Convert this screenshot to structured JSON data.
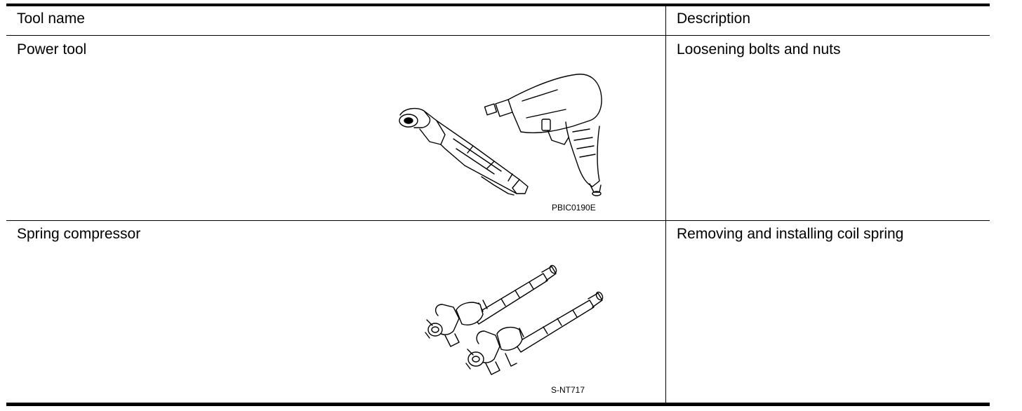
{
  "header": {
    "tool_name": "Tool name",
    "description": "Description"
  },
  "rows": [
    {
      "tool": "Power tool",
      "description": "Loosening bolts and nuts",
      "figure": {
        "icon": "power-tool-illustration",
        "code": "PBIC0190E"
      }
    },
    {
      "tool": "Spring compressor",
      "description": "Removing and installing coil spring",
      "figure": {
        "icon": "spring-compressor-illustration",
        "code": "S-NT717"
      }
    }
  ]
}
